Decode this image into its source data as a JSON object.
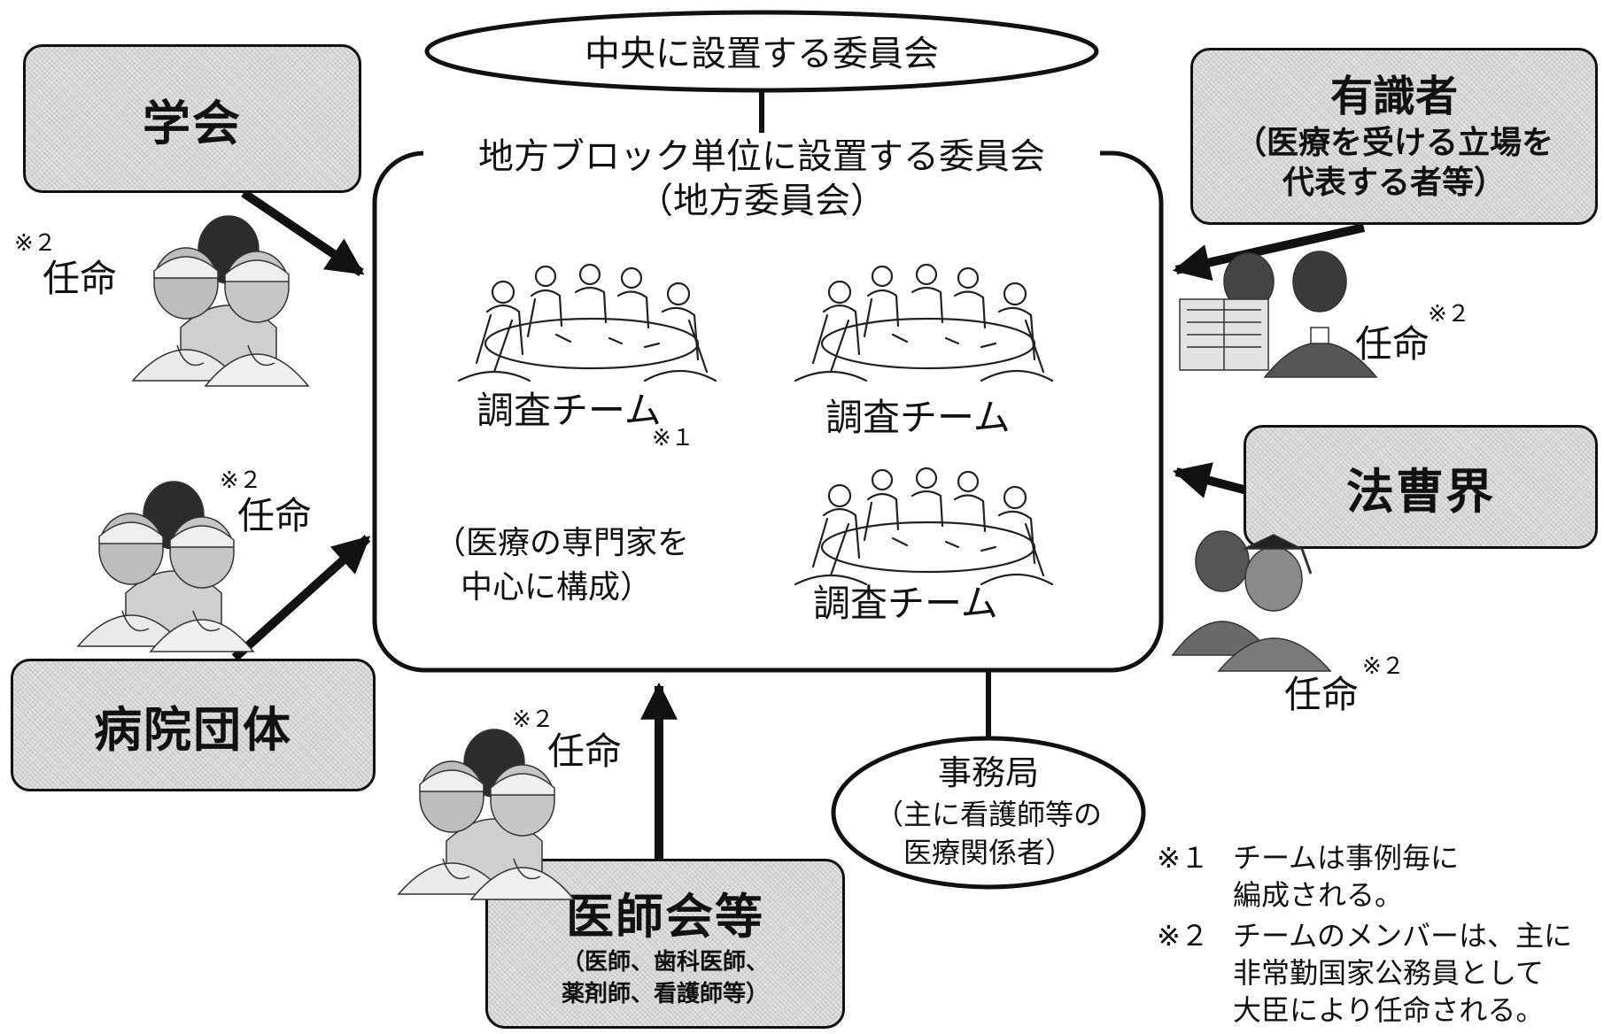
{
  "central_committee": "中央に設置する委員会",
  "regional": {
    "title_line1": "地方ブロック単位に設置する委員会",
    "title_line2": "（地方委員会）",
    "team_label": "調査チーム",
    "team_note": "※１",
    "composition_line1": "（医療の専門家を",
    "composition_line2": "中心に構成）"
  },
  "secretariat": {
    "title": "事務局",
    "line1": "（主に看護師等の",
    "line2": "医療関係者）"
  },
  "groups": {
    "academic": "学会",
    "hospital": "病院団体",
    "medical_assoc": "医師会等",
    "medical_assoc_sub1": "（医師、歯科医師、",
    "medical_assoc_sub2": "薬剤師、看護師等）",
    "experts": "有識者",
    "experts_sub1": "（医療を受ける立場を",
    "experts_sub2": "代表する者等）",
    "legal": "法曹界"
  },
  "appointment": {
    "label": "任命",
    "note": "※２"
  },
  "footnotes": {
    "n1_mark": "※１",
    "n1_line1": "チームは事例毎に",
    "n1_line2": "編成される。",
    "n2_mark": "※２",
    "n2_line1": "チームのメンバーは、主に",
    "n2_line2": "非常勤国家公務員として",
    "n2_line3": "大臣により任命される。"
  }
}
